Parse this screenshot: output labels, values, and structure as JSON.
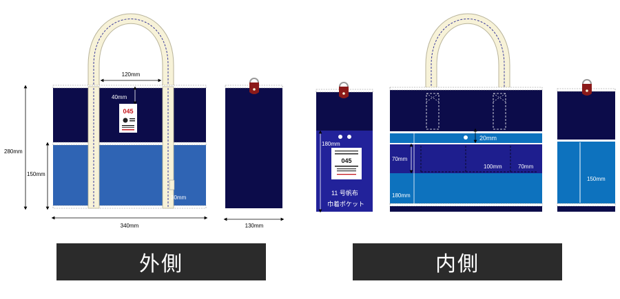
{
  "labels": {
    "outer_heading": "外側",
    "inner_heading": "内側"
  },
  "outer_dimensions": {
    "handle_gap": "120mm",
    "tag_offset": "40mm",
    "total_height": "280mm",
    "lower_height": "150mm",
    "width": "340mm",
    "side_width": "130mm",
    "loop_size": "30mm"
  },
  "outer_tag": {
    "brand_number": "045"
  },
  "inner_dimensions": {
    "pocket_height": "180mm",
    "band_offset": "20mm",
    "band_height": "70mm",
    "pocket_width_a": "100mm",
    "pocket_width_b": "70mm",
    "lower_height": "180mm",
    "side_lower": "150mm"
  },
  "inner_tag": {
    "brand_number": "045"
  },
  "pocket_note": {
    "line1": "11 号帆布",
    "line2": "巾着ポケット"
  },
  "colors": {
    "navy": "#0c0c4a",
    "royal_blue": "#2f64b4",
    "medium_blue": "#0d72be",
    "pocket_blue": "#22229a",
    "strap_cream": "#f7f2d8",
    "tab_red": "#8b1a1a",
    "banner": "#2b2b2b"
  }
}
